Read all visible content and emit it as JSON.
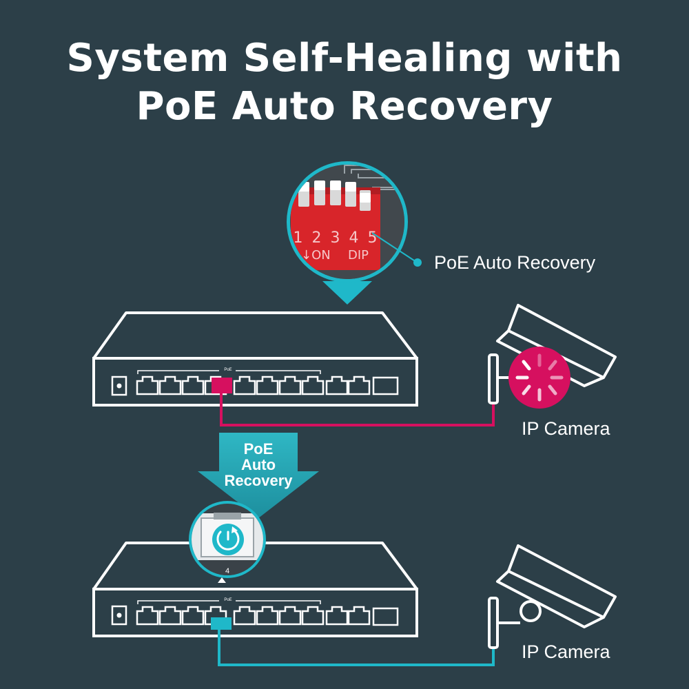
{
  "title": {
    "line1": "System Self-Healing with",
    "line2": "PoE Auto Recovery"
  },
  "dip_switch": {
    "numbers": "1 2 3 4 5",
    "on_label": "ON",
    "dip_label": "DIP",
    "callout": "PoE Auto Recovery"
  },
  "switch_top": {
    "poe_tag": "PoE"
  },
  "switch_bottom": {
    "poe_tag": "PoE",
    "port_number": "4"
  },
  "recovery_arrow": {
    "line1": "PoE",
    "line2": "Auto",
    "line3": "Recovery"
  },
  "camera_top": {
    "label": "IP Camera"
  },
  "camera_bottom": {
    "label": "IP Camera"
  },
  "colors": {
    "background": "#2c3f48",
    "fault": "#d6105f",
    "recovered": "#1fb8c9",
    "dip_red": "#d8252a",
    "outline": "#ffffff"
  },
  "icons": [
    "dip-switch-zoom",
    "network-switch",
    "ip-camera",
    "loading-spinner-icon",
    "power-recovery-icon",
    "down-arrow"
  ]
}
